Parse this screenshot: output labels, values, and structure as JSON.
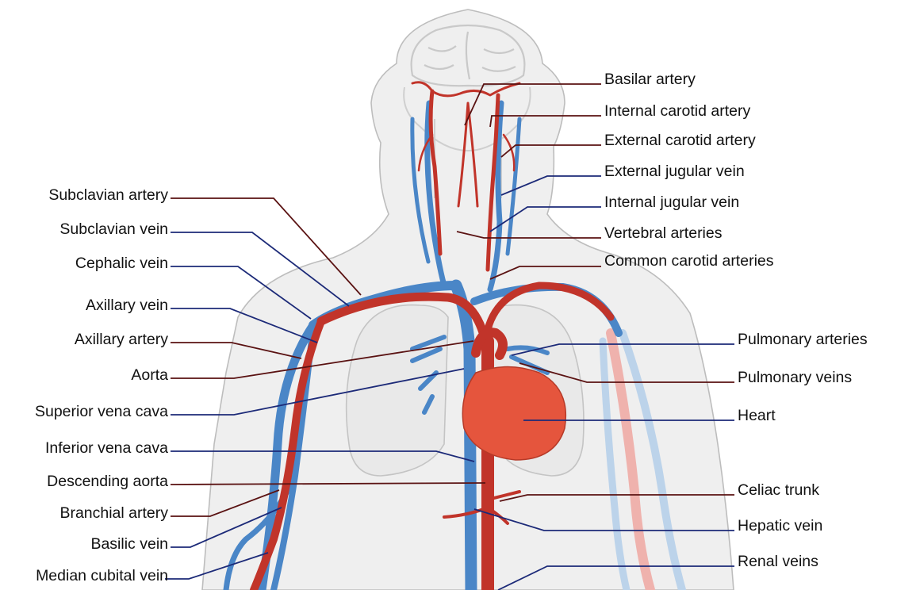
{
  "diagram": {
    "colors": {
      "artery": "#c1342a",
      "vein": "#4a86c7",
      "vein_faded": "#bcd3ea",
      "artery_faded": "#efb2ad",
      "heart": "#e5553d",
      "body": "#efefef",
      "outline": "#bdbdbd",
      "artery_leader": "#5a1212",
      "vein_leader": "#1c2a78"
    },
    "labels_left": [
      {
        "id": "subclavian-artery",
        "text": "Subclavian artery",
        "kind": "artery"
      },
      {
        "id": "subclavian-vein",
        "text": "Subclavian vein",
        "kind": "vein"
      },
      {
        "id": "cephalic-vein",
        "text": "Cephalic vein",
        "kind": "vein"
      },
      {
        "id": "axillary-vein",
        "text": "Axillary vein",
        "kind": "vein"
      },
      {
        "id": "axillary-artery",
        "text": "Axillary artery",
        "kind": "artery"
      },
      {
        "id": "aorta",
        "text": "Aorta",
        "kind": "artery"
      },
      {
        "id": "superior-vena-cava",
        "text": "Superior vena cava",
        "kind": "vein"
      },
      {
        "id": "inferior-vena-cava",
        "text": "Inferior vena cava",
        "kind": "vein"
      },
      {
        "id": "descending-aorta",
        "text": "Descending aorta",
        "kind": "artery"
      },
      {
        "id": "branchial-artery",
        "text": "Branchial artery",
        "kind": "artery"
      },
      {
        "id": "basilic-vein",
        "text": "Basilic vein",
        "kind": "vein"
      },
      {
        "id": "median-cubital-vein",
        "text": "Median cubital vein",
        "kind": "vein"
      }
    ],
    "labels_right": [
      {
        "id": "basilar-artery",
        "text": "Basilar artery",
        "kind": "artery"
      },
      {
        "id": "internal-carotid-artery",
        "text": "Internal carotid artery",
        "kind": "artery"
      },
      {
        "id": "external-carotid-artery",
        "text": "External carotid artery",
        "kind": "artery"
      },
      {
        "id": "external-jugular-vein",
        "text": "External jugular vein",
        "kind": "vein"
      },
      {
        "id": "internal-jugular-vein",
        "text": "Internal jugular vein",
        "kind": "vein"
      },
      {
        "id": "vertebral-arteries",
        "text": "Vertebral arteries",
        "kind": "artery"
      },
      {
        "id": "common-carotid-arteries",
        "text": "Common carotid arteries",
        "kind": "artery"
      },
      {
        "id": "pulmonary-arteries",
        "text": "Pulmonary arteries",
        "kind": "vein"
      },
      {
        "id": "pulmonary-veins",
        "text": "Pulmonary veins",
        "kind": "artery"
      },
      {
        "id": "heart",
        "text": "Heart",
        "kind": "vein"
      },
      {
        "id": "celiac-trunk",
        "text": "Celiac trunk",
        "kind": "artery"
      },
      {
        "id": "hepatic-vein",
        "text": "Hepatic vein",
        "kind": "vein"
      },
      {
        "id": "renal-veins",
        "text": "Renal veins",
        "kind": "vein"
      }
    ]
  }
}
